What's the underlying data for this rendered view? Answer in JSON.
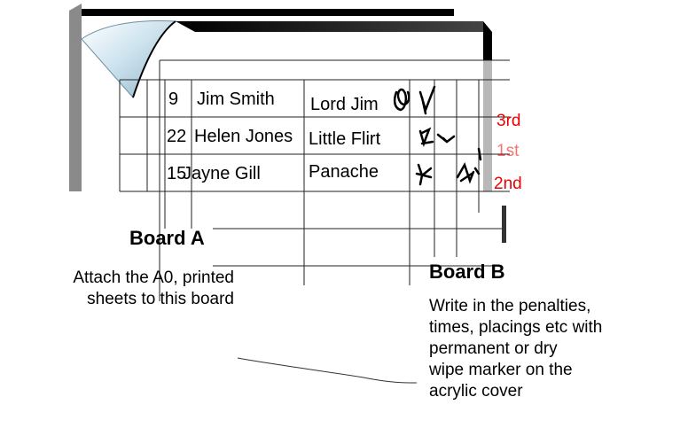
{
  "rows": [
    {
      "number": "9",
      "rider": "Jim Smith",
      "horse": "Lord Jim"
    },
    {
      "number": "22",
      "rider": "Helen Jones",
      "horse": "Little Flirt"
    },
    {
      "number": "15",
      "rider": "Jayne Gill",
      "horse": "Panache"
    }
  ],
  "placings": [
    "3rd",
    "1st",
    "2nd"
  ],
  "board_a": {
    "title": "Board A",
    "description": [
      "Attach the A0, printed",
      "sheets to this board"
    ]
  },
  "board_b": {
    "title": "Board B",
    "description": [
      "Write in the penalties,",
      "times, placings  etc with",
      "permanent or dry",
      "wipe marker on the",
      "acrylic cover"
    ]
  },
  "colors": {
    "placing": "#ee0000",
    "ink": "#000000",
    "sheet_shadow": "#8a8a8a"
  }
}
